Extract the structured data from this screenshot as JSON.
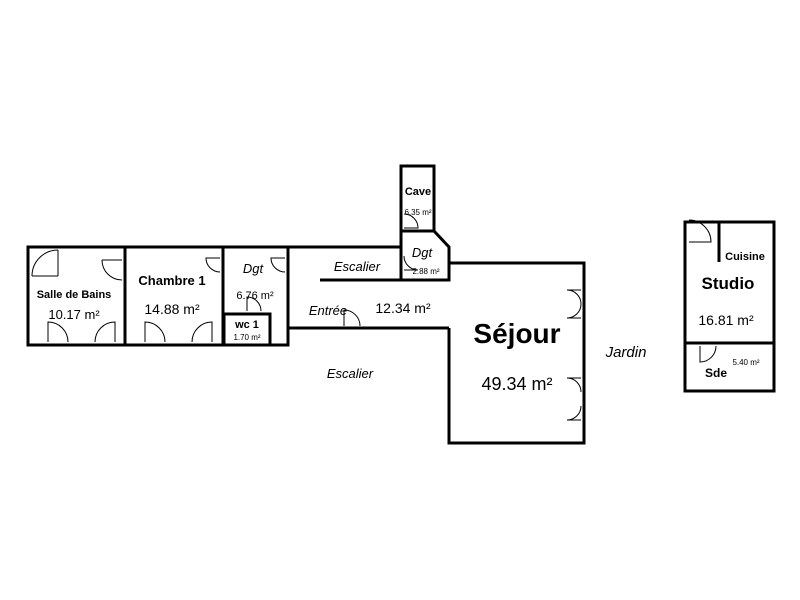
{
  "plan": {
    "rooms": {
      "salle_de_bains": {
        "name": "Salle de Bains",
        "area": "10.17 m²"
      },
      "chambre_1": {
        "name": "Chambre 1",
        "area": "14.88 m²"
      },
      "dgt_left": {
        "name": "Dgt",
        "area": "6.76 m²"
      },
      "wc_1": {
        "name": "wc 1",
        "area": "1.70 m²"
      },
      "entree": {
        "name": "Entrée",
        "area": "12.34 m²"
      },
      "escalier_top": {
        "name": "Escalier"
      },
      "cave": {
        "name": "Cave",
        "area": "6.35 m²"
      },
      "dgt_right": {
        "name": "Dgt",
        "area": "2.88 m²"
      },
      "sejour": {
        "name": "Séjour",
        "area": "49.34 m²"
      },
      "escalier_bottom": {
        "name": "Escalier"
      },
      "jardin": {
        "name": "Jardin"
      },
      "cuisine": {
        "name": "Cuisine"
      },
      "studio": {
        "name": "Studio",
        "area": "16.81 m²"
      },
      "sde": {
        "name": "Sde",
        "area": "5.40 m²"
      }
    }
  }
}
